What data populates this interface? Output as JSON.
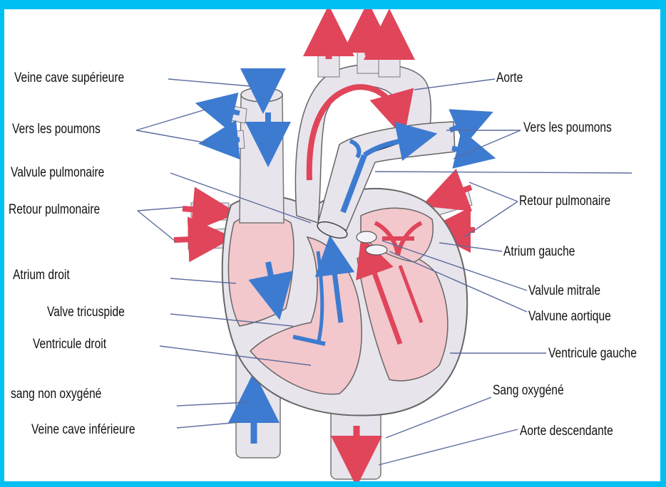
{
  "labels": {
    "veine_cave_superieure": "Veine cave supérieure",
    "vers_poumons_left": "Vers les poumons",
    "valvule_pulmonaire": "Valvule pulmonaire",
    "retour_pulmonaire_left": "Retour pulmonaire",
    "atrium_droit": "Atrium droit",
    "valve_tricuspide": "Valve tricuspide",
    "ventricule_droit": "Ventricule droit",
    "sang_non_oxygene": "sang non oxygéné",
    "veine_cave_inferieure": "Veine cave inférieure",
    "aorte": "Aorte",
    "vers_poumons_right": "Vers les poumons",
    "retour_pulmonaire_right": "Retour pulmonaire",
    "atrium_gauche": "Atrium gauche",
    "valvule_mitrale": "Valvule mitrale",
    "valvune_aortique": "Valvune aortique",
    "ventricule_gauche": "Ventricule gauche",
    "sang_oxygene": "Sang oxygéné",
    "aorte_descendante": "Aorte descendante"
  },
  "colors": {
    "frame": "#00bff3",
    "oxygenated": "#e0455a",
    "deoxygenated": "#3d7bd0",
    "tissue": "#f2c8cc",
    "vessel": "#e8e4ec"
  }
}
